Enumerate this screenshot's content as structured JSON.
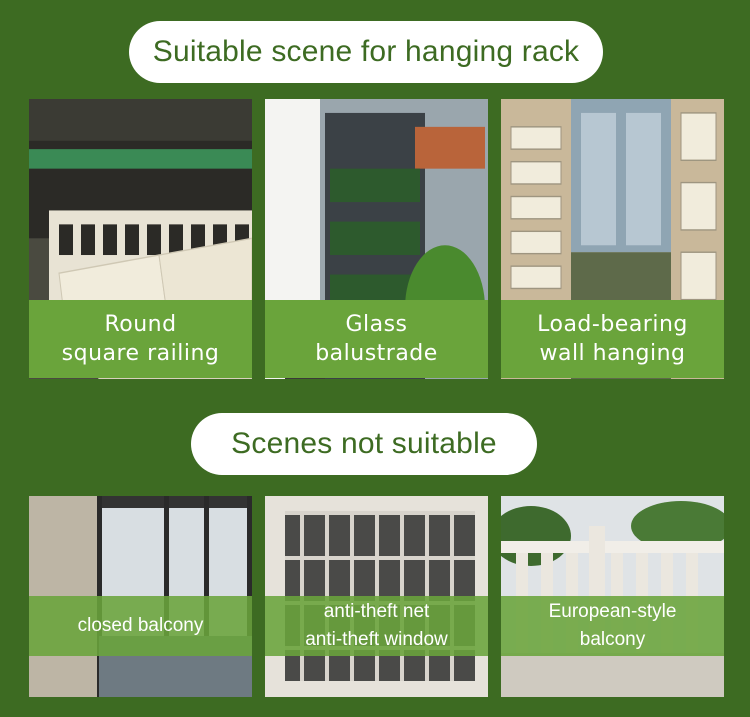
{
  "suitable": {
    "heading": "Suitable scene for hanging rack",
    "cards": [
      {
        "line1": "Round",
        "line2": "square railing"
      },
      {
        "line1": "Glass",
        "line2": "balustrade"
      },
      {
        "line1": "Load-bearing",
        "line2": "wall hanging"
      }
    ]
  },
  "unsuitable": {
    "heading": "Scenes not suitable",
    "cards": [
      {
        "line1": "closed balcony",
        "line2": ""
      },
      {
        "line1": "anti-theft net",
        "line2": "anti-theft window"
      },
      {
        "line1": "European-style",
        "line2": "balcony"
      }
    ]
  },
  "colors": {
    "background": "#3d6b22",
    "caption": "#6aa43b",
    "pill": "#ffffff"
  }
}
